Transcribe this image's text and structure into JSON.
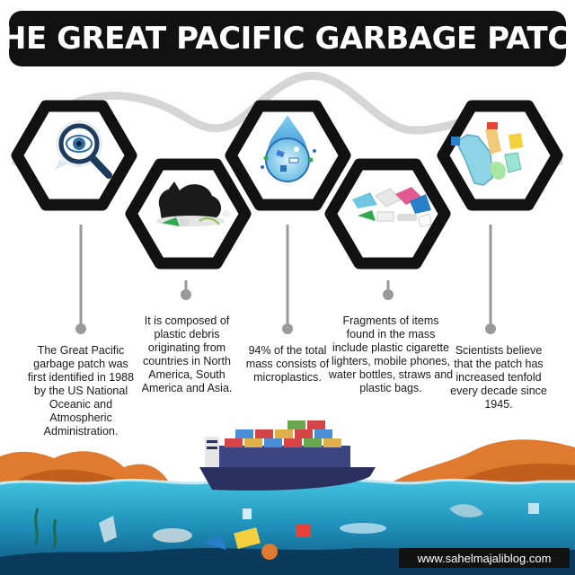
{
  "title": "THE GREAT PACIFIC GARBAGE PATCH",
  "facts": [
    {
      "text": "The Great Pacific garbage patch was first identified in 1988 by the US National Oceanic and Atmospheric Administration.",
      "icon": "magnifier-eye-icon"
    },
    {
      "text": "It is composed of plastic debris originating from countries in North America, South America and Asia.",
      "icon": "garbage-bags-icon"
    },
    {
      "text": "94% of the total mass consists of microplastics.",
      "icon": "water-drop-microplastics-icon"
    },
    {
      "text": "Fragments of items found in the mass include plastic cigarette lighters, mobile phones, water bottles, straws and plastic bags.",
      "icon": "plastic-fragments-icon"
    },
    {
      "text": "Scientists believe that the patch has increased tenfold every decade since 1945.",
      "icon": "plastic-bottles-icon"
    }
  ],
  "website": "www.sahelmajaliblog.com",
  "colors": {
    "background": "#ffffff",
    "title_bar": "#111111",
    "title_text": "#ffffff",
    "hexagon_border": "#111111",
    "connector": "#9a9a9a",
    "ocean": "#1e8fb8",
    "ship_hull": "#2b2f5e",
    "land": "#e07a2e"
  }
}
